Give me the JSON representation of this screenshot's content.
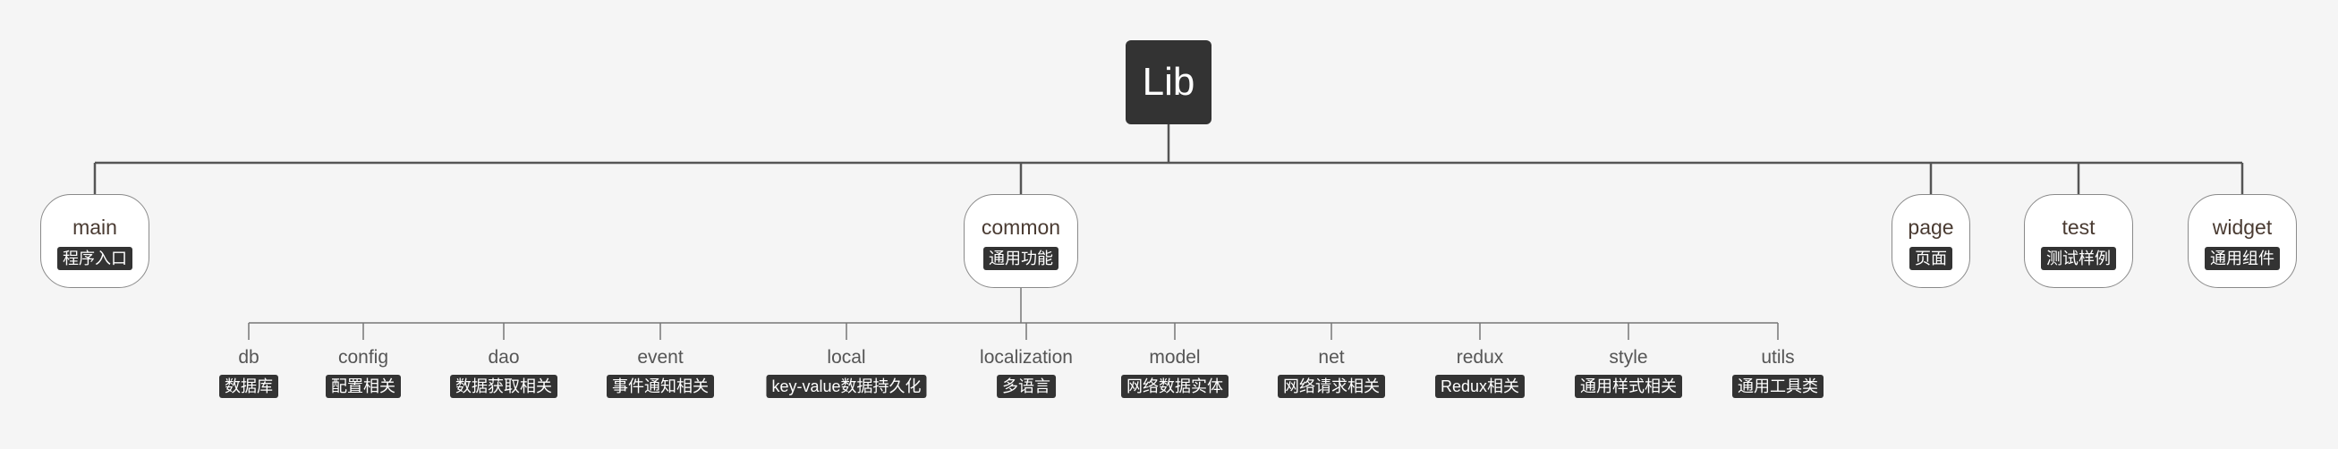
{
  "root": {
    "title": "Lib"
  },
  "branches": {
    "main": {
      "title": "main",
      "tag": "程序入口"
    },
    "common": {
      "title": "common",
      "tag": "通用功能"
    },
    "page": {
      "title": "page",
      "tag": "页面"
    },
    "test": {
      "title": "test",
      "tag": "测试样例"
    },
    "widget": {
      "title": "widget",
      "tag": "通用组件"
    }
  },
  "common_children": [
    {
      "title": "db",
      "tag": "数据库"
    },
    {
      "title": "config",
      "tag": "配置相关"
    },
    {
      "title": "dao",
      "tag": "数据获取相关"
    },
    {
      "title": "event",
      "tag": "事件通知相关"
    },
    {
      "title": "local",
      "tag": "key-value数据持久化"
    },
    {
      "title": "localization",
      "tag": "多语言"
    },
    {
      "title": "model",
      "tag": "网络数据实体"
    },
    {
      "title": "net",
      "tag": "网络请求相关"
    },
    {
      "title": "redux",
      "tag": "Redux相关"
    },
    {
      "title": "style",
      "tag": "通用样式相关"
    },
    {
      "title": "utils",
      "tag": "通用工具类"
    }
  ],
  "colors": {
    "background": "#f5f5f5",
    "root_fill": "#333333",
    "tag_fill": "#333333",
    "connector": "#555555"
  }
}
